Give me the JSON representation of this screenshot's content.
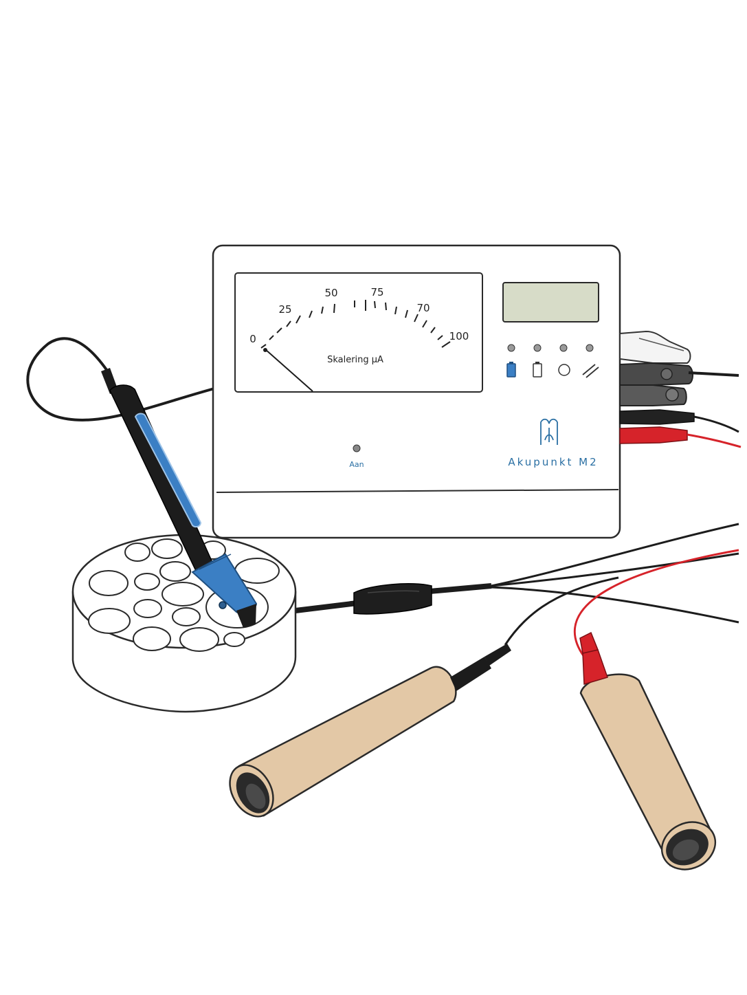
{
  "device": {
    "brand": "Akupunkt M2",
    "power_label": "Aan",
    "meter": {
      "scale_label": "Skalering µA",
      "ticks": [
        "0",
        "25",
        "50",
        "75",
        "70",
        "100"
      ]
    },
    "indicator_icons": [
      "battery-full-icon",
      "battery-empty-icon",
      "circle-icon",
      "double-slash-icon"
    ]
  },
  "colors": {
    "accent_blue": "#3b7fc4",
    "brand_blue": "#2a6fa3",
    "lcd_green": "#d7dcc8",
    "wire_red": "#d6232a",
    "electrode_tan": "#e3c8a6",
    "cable_black": "#1c1c1c"
  }
}
